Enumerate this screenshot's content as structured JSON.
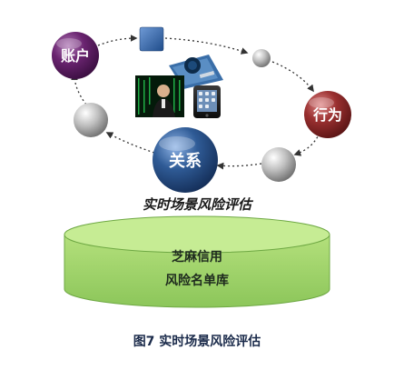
{
  "diagram": {
    "nodes": {
      "account": "账户",
      "behavior": "行为",
      "relation": "关系"
    },
    "scene_title": "实时场景风险评估",
    "database": {
      "line1": "芝麻信用",
      "line2": "风险名单库"
    }
  },
  "caption": "图7 实时场景风险评估",
  "colors": {
    "account_node": "#5a1d5e",
    "behavior_node": "#8a2a2a",
    "relation_node": "#2a4f86",
    "database_fill": "#a6d96a",
    "database_top": "#c6ec94",
    "arrow": "#333333"
  }
}
